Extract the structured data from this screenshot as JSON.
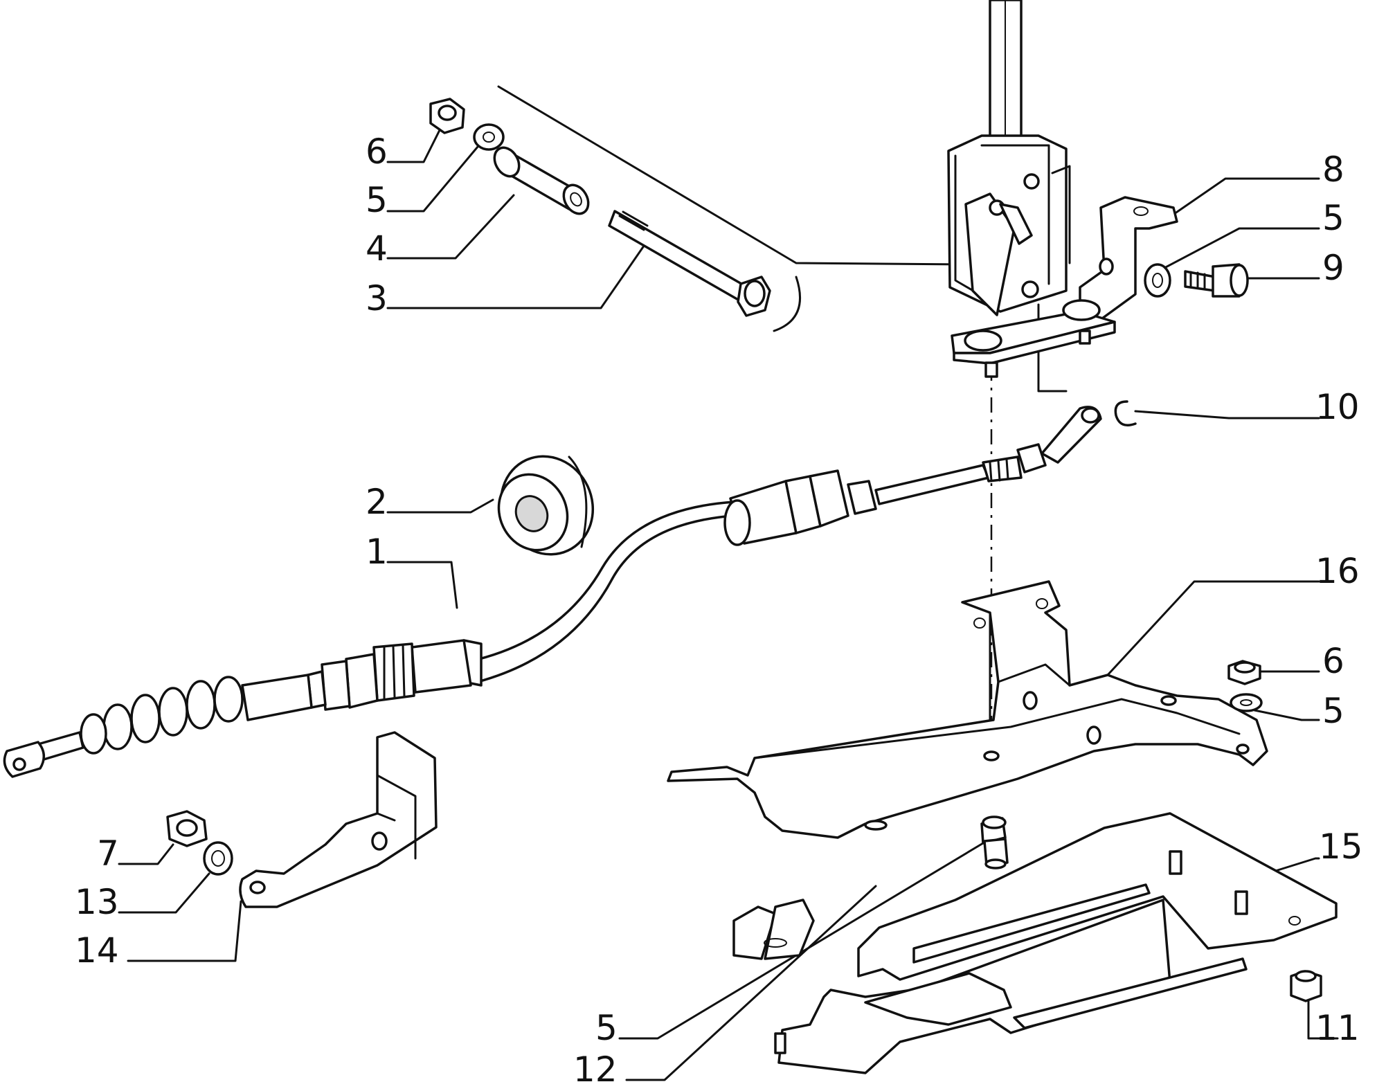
{
  "callouts": [
    {
      "id": "c6a",
      "text": "6"
    },
    {
      "id": "c5a",
      "text": "5"
    },
    {
      "id": "c4",
      "text": "4"
    },
    {
      "id": "c3",
      "text": "3"
    },
    {
      "id": "c8",
      "text": "8"
    },
    {
      "id": "c5b",
      "text": "5"
    },
    {
      "id": "c9",
      "text": "9"
    },
    {
      "id": "c10",
      "text": "10"
    },
    {
      "id": "c2",
      "text": "2"
    },
    {
      "id": "c1",
      "text": "1"
    },
    {
      "id": "c16",
      "text": "16"
    },
    {
      "id": "c6b",
      "text": "6"
    },
    {
      "id": "c5c",
      "text": "5"
    },
    {
      "id": "c7",
      "text": "7"
    },
    {
      "id": "c13",
      "text": "13"
    },
    {
      "id": "c14",
      "text": "14"
    },
    {
      "id": "c15",
      "text": "15"
    },
    {
      "id": "c5d",
      "text": "5"
    },
    {
      "id": "c11",
      "text": "11"
    },
    {
      "id": "c12",
      "text": "12"
    }
  ]
}
